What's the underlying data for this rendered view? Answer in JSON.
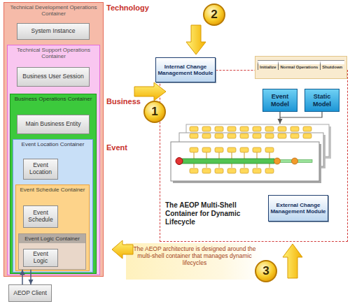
{
  "diagram": {
    "nodes": [
      {
        "text": [
          "Technical Development Operations Container"
        ]
      },
      {
        "text": [
          "System Instance"
        ],
        "in": 0
      },
      {
        "text": [
          "Technical Support Operations Container"
        ],
        "in": 0
      },
      {
        "text": [
          "Business User Session"
        ],
        "in": 2
      },
      {
        "text": [
          "Business Operations Container"
        ],
        "in": 2
      },
      {
        "text": [
          "Main Business Entity"
        ],
        "in": 4
      },
      {
        "text": [
          "Event Location Container"
        ],
        "in": 4
      },
      {
        "text": [
          "Event Location"
        ],
        "in": 6
      },
      {
        "text": [
          "Event Schedule Container"
        ],
        "in": 6
      },
      {
        "text": [
          "Event Schedule"
        ],
        "in": 8
      },
      {
        "text": [
          "Event Logic Container"
        ],
        "in": 8
      },
      {
        "text": [
          "Event Logic"
        ],
        "in": 10
      },
      {
        "text": [
          "AEOP Client"
        ]
      },
      {
        "text": [
          "The AEOP Multi-Shell Container for Dynamic Lifecycle"
        ]
      },
      {
        "text": [
          "Internal Change Management Module"
        ],
        "in": 13
      },
      {
        "text": [
          "Initialize",
          "Normal Operations",
          "Shutdown"
        ],
        "in": 13
      },
      {
        "text": [
          "Event Model"
        ],
        "in": 13
      },
      {
        "text": [
          "Static Model"
        ],
        "in": 13
      },
      {
        "text": [
          "External Change Management Module"
        ],
        "in": 13
      },
      {
        "text": [
          "The AEOP architecture is designed around the multi-shell container that manages dynamic lifecycles"
        ]
      }
    ],
    "edges": [
      {
        "from": 12,
        "to": 10,
        "arrow": "to"
      },
      {
        "from": 10,
        "to": 12,
        "arrow": "to"
      }
    ],
    "labels": [
      "Technology",
      "Business",
      "Event",
      "1",
      "2",
      "3"
    ]
  }
}
